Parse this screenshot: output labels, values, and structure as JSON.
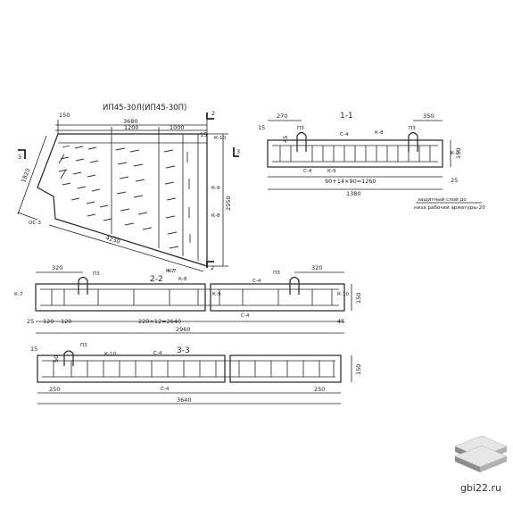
{
  "drawing": {
    "title": "ИП45-30Л(ИП45-30П)",
    "plan": {
      "dims": {
        "top_left": "150",
        "top_total": "3680",
        "top_mid": "1200",
        "top_right": "1000",
        "right_small": "15",
        "left_side": "1820",
        "right_height": "2950",
        "diagonal": "4230"
      },
      "markers": {
        "t3_left": "3",
        "t2_top": "2",
        "t3_right": "3",
        "t2_bottom": "2"
      },
      "labels": {
        "k10": "К-10",
        "k9": "К-9",
        "k8": "К-8",
        "k7": "К-7",
        "os3": "ОС-3"
      }
    },
    "section_1_1": {
      "title": "1-1",
      "dims": {
        "top_left": "270",
        "top_right": "350",
        "left_small": "15",
        "inner": "90+14×90=1260",
        "total": "1380",
        "right_small": "25",
        "height": "150"
      },
      "labels": {
        "p3_left": "П3",
        "p3_right": "П3",
        "c4_top": "С-4",
        "k8": "К-8",
        "k7": "К-7",
        "c4_bottom": "С-4",
        "k9": "К-9",
        "d45": "45"
      },
      "note_line1": "защитный слой до",
      "note_line2": "низа рабочей арматуры-20"
    },
    "section_2_2": {
      "title": "2-2",
      "dims": {
        "top_left": "320",
        "top_right": "320",
        "row_25": "25",
        "row_120a": "120",
        "row_120b": "120",
        "row_mid": "220×12=2640",
        "row_45": "45",
        "total": "2960",
        "height": "150"
      },
      "labels": {
        "p3_left": "П3",
        "p3_right": "П3",
        "k7_left": "К-7",
        "k7_mid": "К-7",
        "k8": "К-8",
        "c4_right": "С-4",
        "k9": "К-9",
        "k10": "К-10",
        "c4_bottom": "С-4"
      }
    },
    "section_3_3": {
      "title": "3-3",
      "dims": {
        "left_small": "15",
        "d50": "50",
        "left_bottom": "250",
        "right_bottom": "250",
        "total": "3640",
        "height": "150"
      },
      "labels": {
        "p3": "П3",
        "k10": "К-10",
        "c4_top": "С-4",
        "c4_bottom": "С-4"
      }
    }
  },
  "watermark": {
    "text": "gbi22.ru",
    "logo_icon": "stacked-slabs-logo-icon",
    "colors": {
      "logo_light": "#e6e6e6",
      "logo_dark": "#8c8c8c",
      "ink": "#222222"
    }
  }
}
